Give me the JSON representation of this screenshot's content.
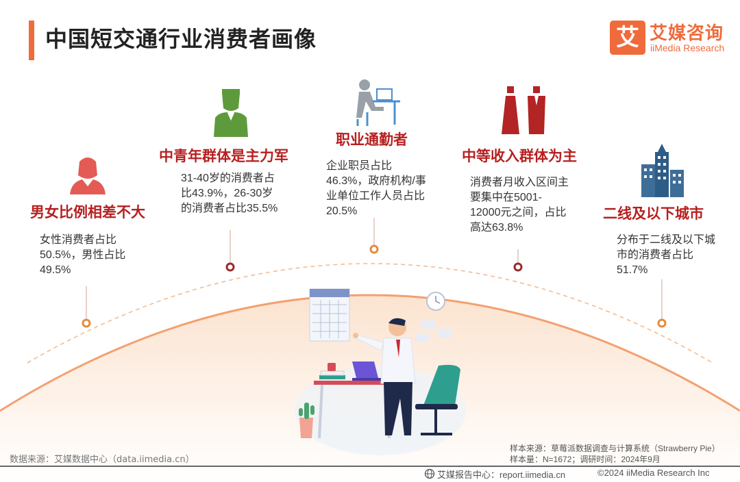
{
  "header": {
    "title": "中国短交通行业消费者画像"
  },
  "logo": {
    "mark": "艾",
    "name_cn": "艾媒咨询",
    "name_en": "iiMedia Research"
  },
  "groups": [
    {
      "title": "男女比例相差不大",
      "text": "女性消费者占比50.5%，男性占比49.5%",
      "icon": "female-user-icon"
    },
    {
      "title": "中青年群体是主力军",
      "text": "31-40岁的消费者占比43.9%，26-30岁的消费者占比35.5%",
      "icon": "businessman-icon"
    },
    {
      "title": "职业通勤者",
      "text": "企业职员占比46.3%，政府机构/事业单位工作人员占比20.5%",
      "icon": "office-worker-icon"
    },
    {
      "title": "中等收入群体为主",
      "text": "消费者月收入区间主要集中在5001-12000元之间，占比高达63.8%",
      "icon": "couple-icon"
    },
    {
      "title": "二线及以下城市",
      "text": "分布于二线及以下城市的消费者占比51.7%",
      "icon": "city-buildings-icon"
    }
  ],
  "footer": {
    "source": "数据来源：艾媒数据中心（data.iimedia.cn）",
    "sample_source": "样本来源：草莓派数据调查与计算系统（Strawberry Pie）",
    "sample_size": "样本量：N=1672；调研时间：2024年9月",
    "report_center": "艾媒报告中心：report.iimedia.cn",
    "copyright": "©2024  iiMedia Research  Inc"
  },
  "colors": {
    "accent": "#ef6b3b",
    "title_red": "#b71f1f",
    "icon_red": "#e35b54",
    "icon_green": "#5d9a3c",
    "dark_red": "#b32424",
    "navy": "#2d5d86"
  }
}
